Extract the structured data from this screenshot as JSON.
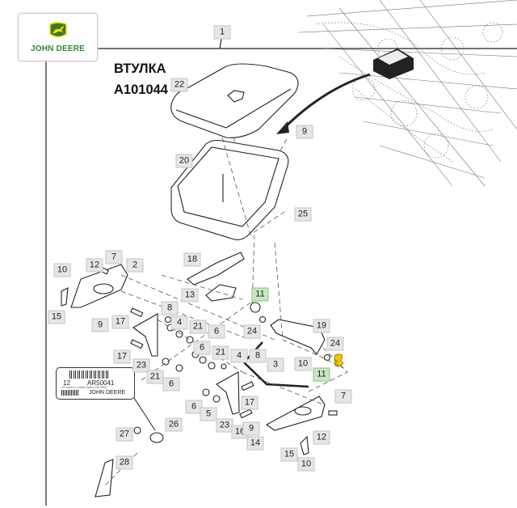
{
  "logo": {
    "text": "JOHN DEERE",
    "colors": {
      "green": "#367c2b",
      "yellow": "#ffde00"
    }
  },
  "title": {
    "line1": "ВТУЛКА",
    "line2": "A101044"
  },
  "callouts": [
    {
      "label": "1",
      "highlight": false
    },
    {
      "label": "22",
      "highlight": false
    },
    {
      "label": "9",
      "highlight": false
    },
    {
      "label": "20",
      "highlight": false
    },
    {
      "label": "25",
      "highlight": false
    },
    {
      "label": "18",
      "highlight": false
    },
    {
      "label": "7",
      "highlight": false
    },
    {
      "label": "12",
      "highlight": false
    },
    {
      "label": "2",
      "highlight": false
    },
    {
      "label": "10",
      "highlight": false
    },
    {
      "label": "13",
      "highlight": false
    },
    {
      "label": "11",
      "highlight": true
    },
    {
      "label": "15",
      "highlight": false
    },
    {
      "label": "9",
      "highlight": false
    },
    {
      "label": "17",
      "highlight": false
    },
    {
      "label": "8",
      "highlight": false
    },
    {
      "label": "4",
      "highlight": false
    },
    {
      "label": "21",
      "highlight": false
    },
    {
      "label": "6",
      "highlight": false
    },
    {
      "label": "24",
      "highlight": false
    },
    {
      "label": "19",
      "highlight": false
    },
    {
      "label": "24",
      "highlight": false
    },
    {
      "label": "17",
      "highlight": false
    },
    {
      "label": "6",
      "highlight": false
    },
    {
      "label": "21",
      "highlight": false
    },
    {
      "label": "4",
      "highlight": false
    },
    {
      "label": "8",
      "highlight": false
    },
    {
      "label": "23",
      "highlight": false
    },
    {
      "label": "10",
      "highlight": false
    },
    {
      "label": "3",
      "highlight": false
    },
    {
      "label": "11",
      "highlight": true
    },
    {
      "label": "21",
      "highlight": false
    },
    {
      "label": "6",
      "highlight": false
    },
    {
      "label": "7",
      "highlight": false
    },
    {
      "label": "6",
      "highlight": false
    },
    {
      "label": "5",
      "highlight": false
    },
    {
      "label": "17",
      "highlight": false
    },
    {
      "label": "23",
      "highlight": false
    },
    {
      "label": "16",
      "highlight": false
    },
    {
      "label": "9",
      "highlight": false
    },
    {
      "label": "14",
      "highlight": false
    },
    {
      "label": "12",
      "highlight": false
    },
    {
      "label": "26",
      "highlight": false
    },
    {
      "label": "27",
      "highlight": false
    },
    {
      "label": "15",
      "highlight": false
    },
    {
      "label": "10",
      "highlight": false
    },
    {
      "label": "28",
      "highlight": false
    }
  ],
  "tag": {
    "qty": "12",
    "part_number": "AR50041",
    "made_in": "US Made in United States   20070802",
    "brand": "JOHN DEERE"
  },
  "colors": {
    "callout_bg": "#e6e6e6",
    "callout_highlight": "#c9e7c2",
    "highlighted_part": "#f5c400"
  }
}
